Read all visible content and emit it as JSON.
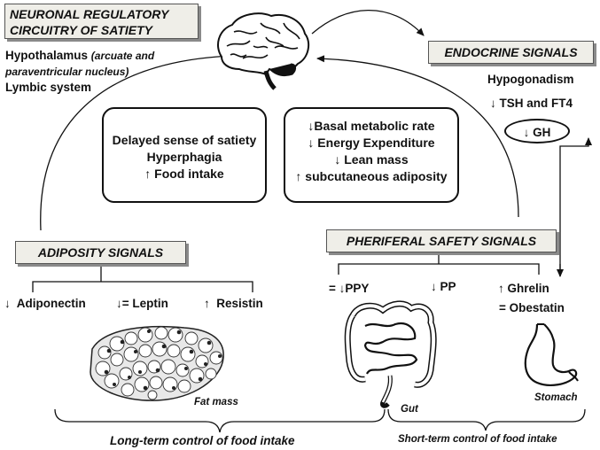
{
  "neuronal": {
    "title_line1": "NEURONAL REGULATORY",
    "title_line2": "CIRCUITRY OF SATIETY",
    "hypothalamus": "Hypothalamus",
    "hypothalamus_note_1": "(arcuate and",
    "hypothalamus_note_2": "paraventricular nucleus)",
    "limbic": "Lymbic system"
  },
  "endocrine": {
    "title": "ENDOCRINE SIGNALS",
    "hypogonadism": "Hypogonadism",
    "tsh": "↓ TSH and FT4",
    "gh": "↓ GH"
  },
  "box_left": {
    "line1": "Delayed sense of satiety",
    "line2": "Hyperphagia",
    "line3": "↑ Food intake"
  },
  "box_right": {
    "line1": "↓Basal metabolic rate",
    "line2": "↓ Energy Expenditure",
    "line3": "↓ Lean mass",
    "line4": "↑ subcutaneous adiposity"
  },
  "adiposity": {
    "title": "ADIPOSITY SIGNALS",
    "adiponectin": "↓  Adiponectin",
    "leptin": "↓= Leptin",
    "resistin": "↑  Resistin",
    "fat_mass": "Fat mass"
  },
  "peripheral": {
    "title": "PHERIFERAL SAFETY SIGNALS",
    "ppy": "= ↓PPY",
    "pp": "↓ PP",
    "ghrelin": "↑ Ghrelin",
    "obestatin": "= Obestatin",
    "gut": "Gut",
    "stomach": "Stomach"
  },
  "bottom": {
    "long_term": "Long-term control of food intake",
    "short_term": "Short-term control of food intake"
  },
  "icons": {
    "brain": "brain-icon",
    "fat": "fat-cells-icon",
    "gut": "intestine-icon",
    "stomach": "stomach-icon"
  }
}
